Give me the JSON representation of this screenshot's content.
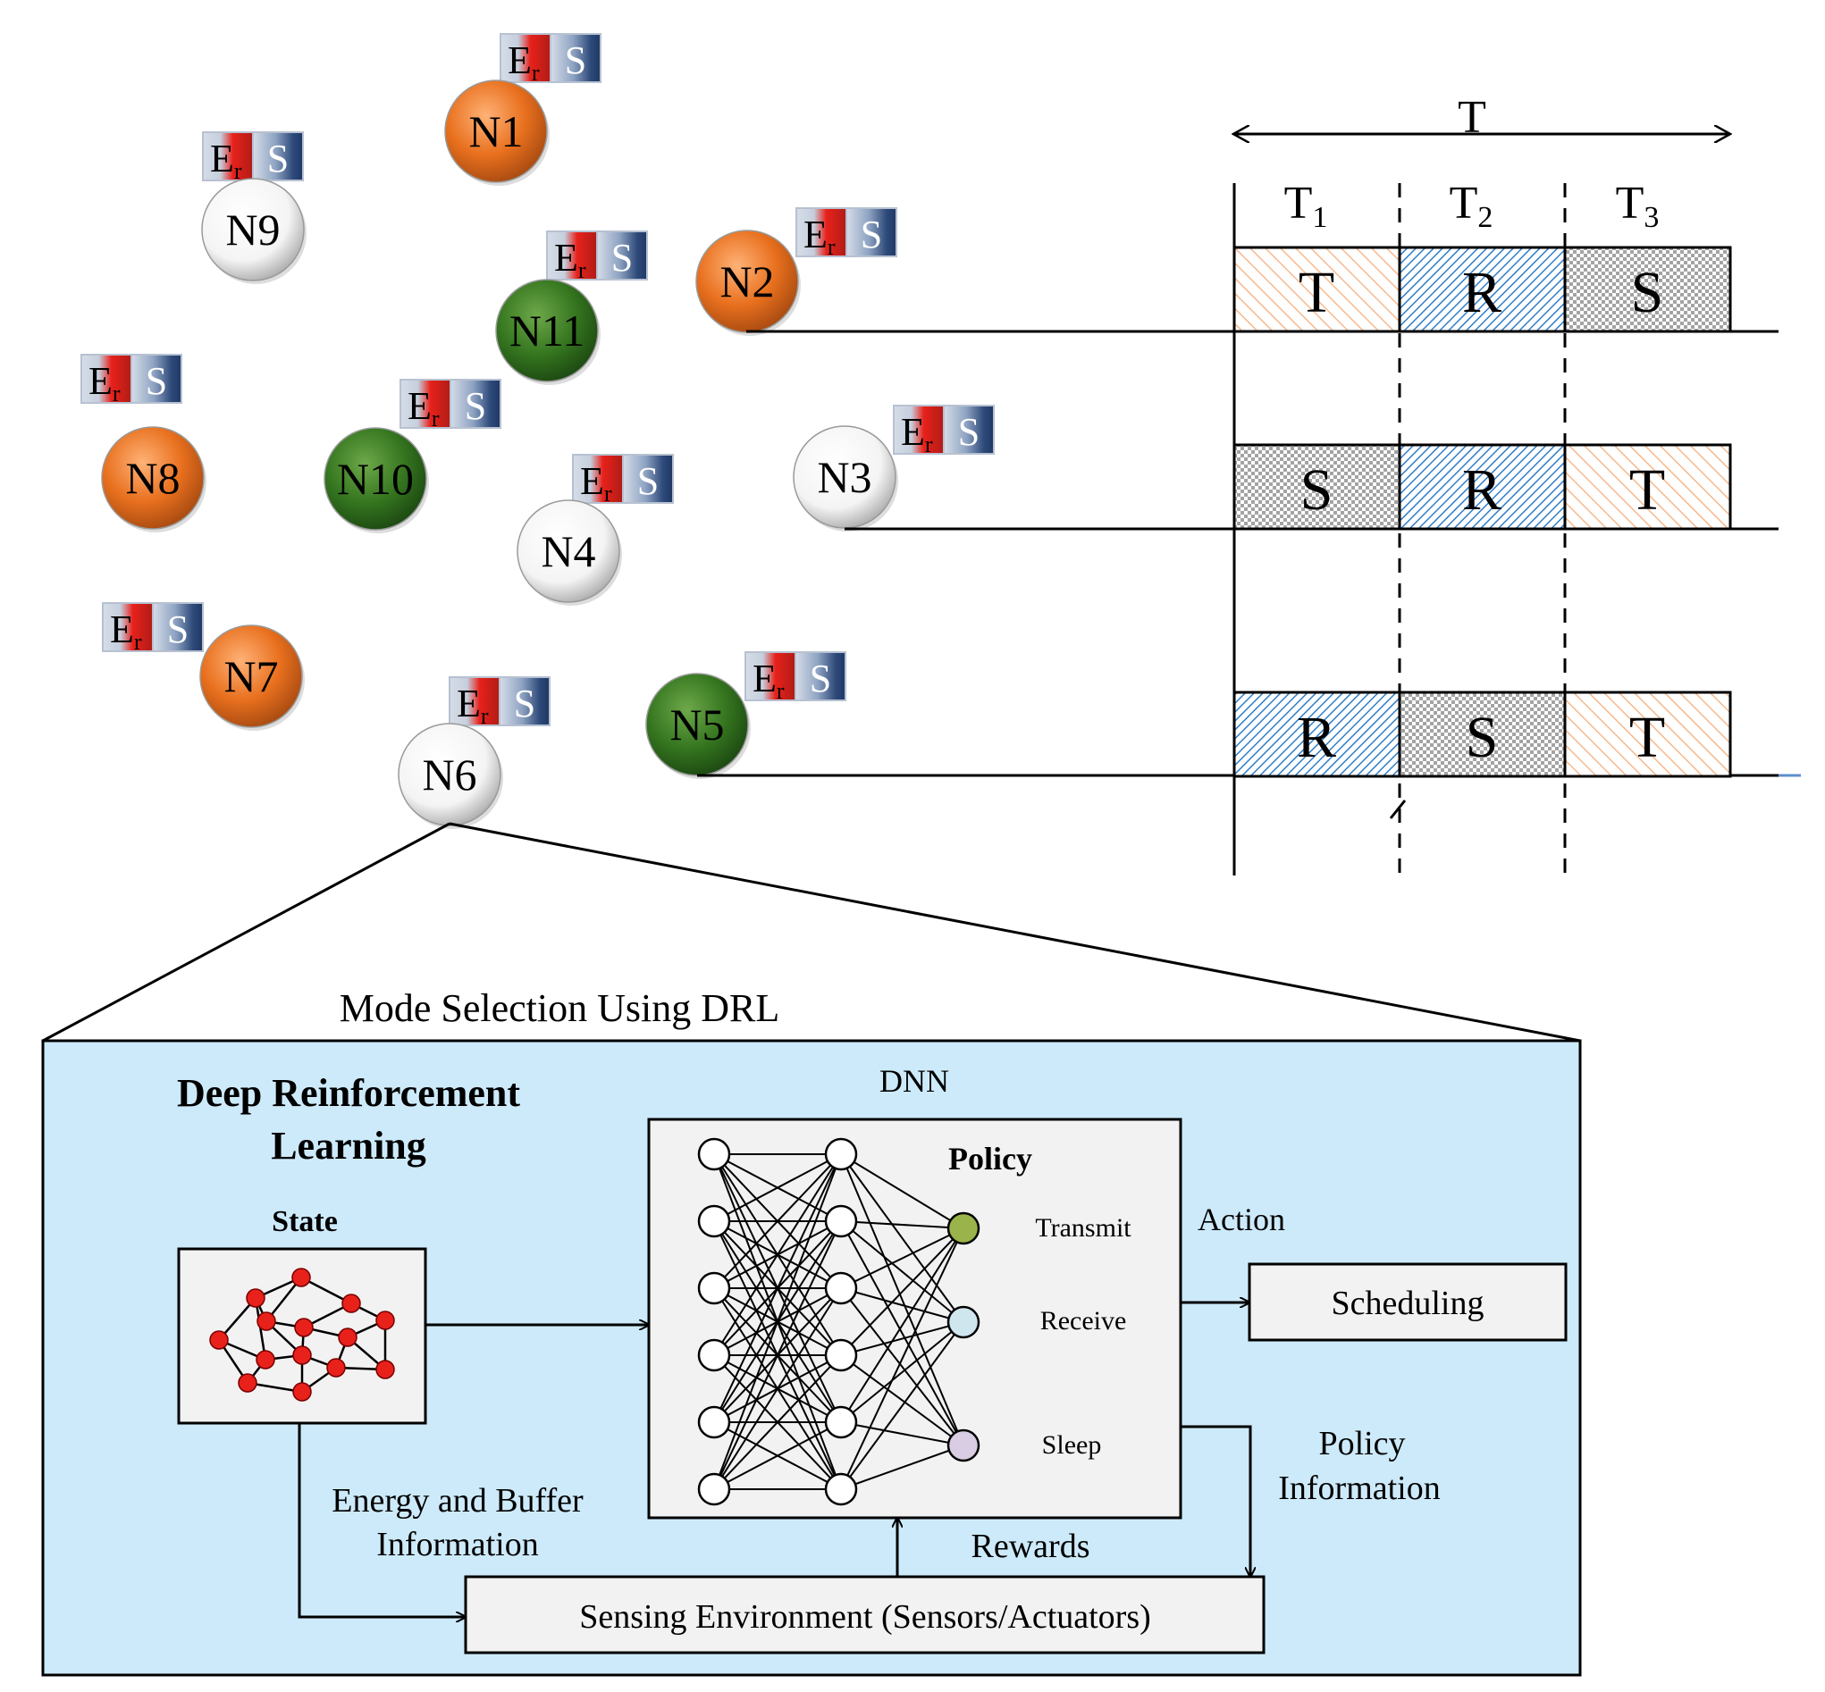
{
  "nodes": [
    {
      "id": "n1",
      "label": "N1",
      "color": "orange"
    },
    {
      "id": "n2",
      "label": "N2",
      "color": "orange"
    },
    {
      "id": "n3",
      "label": "N3",
      "color": "white"
    },
    {
      "id": "n4",
      "label": "N4",
      "color": "white"
    },
    {
      "id": "n5",
      "label": "N5",
      "color": "green"
    },
    {
      "id": "n6",
      "label": "N6",
      "color": "white"
    },
    {
      "id": "n7",
      "label": "N7",
      "color": "orange"
    },
    {
      "id": "n8",
      "label": "N8",
      "color": "orange"
    },
    {
      "id": "n9",
      "label": "N9",
      "color": "white"
    },
    {
      "id": "n10",
      "label": "N10",
      "color": "green"
    },
    {
      "id": "n11",
      "label": "N11",
      "color": "green"
    }
  ],
  "badge": {
    "energy": "E",
    "energy_sub": "r",
    "status": "S"
  },
  "timeline": {
    "period": "T",
    "slots": [
      {
        "base": "T",
        "sub": "1"
      },
      {
        "base": "T",
        "sub": "2"
      },
      {
        "base": "T",
        "sub": "3"
      }
    ],
    "rows": [
      {
        "node": "N2",
        "cells": [
          "T",
          "R",
          "S"
        ]
      },
      {
        "node": "N3",
        "cells": [
          "S",
          "R",
          "T"
        ]
      },
      {
        "node": "N5",
        "cells": [
          "R",
          "S",
          "T"
        ]
      }
    ]
  },
  "drl": {
    "caption": "Mode Selection Using DRL",
    "title_line1": "Deep Reinforcement",
    "title_line2": "Learning",
    "state_label": "State",
    "dnn_label": "DNN",
    "policy_label": "Policy",
    "outputs": [
      "Transmit",
      "Receive",
      "Sleep"
    ],
    "action_label": "Action",
    "scheduling_label": "Scheduling",
    "policy_info_line1": "Policy",
    "policy_info_line2": "Information",
    "energy_info_line1": "Energy and Buffer",
    "energy_info_line2": "Information",
    "rewards_label": "Rewards",
    "environment_label": "Sensing Environment (Sensors/Actuators)"
  },
  "colors": {
    "orange": "#e8701e",
    "green": "#2e6b1e",
    "panel": "#cdeafa",
    "transmit_fill": "#f6b98c",
    "receive_fill": "#2f7ec9",
    "sleep_fill": "#9a9a9a",
    "energy_red": "#e8211b",
    "status_navy": "#1f3864"
  }
}
